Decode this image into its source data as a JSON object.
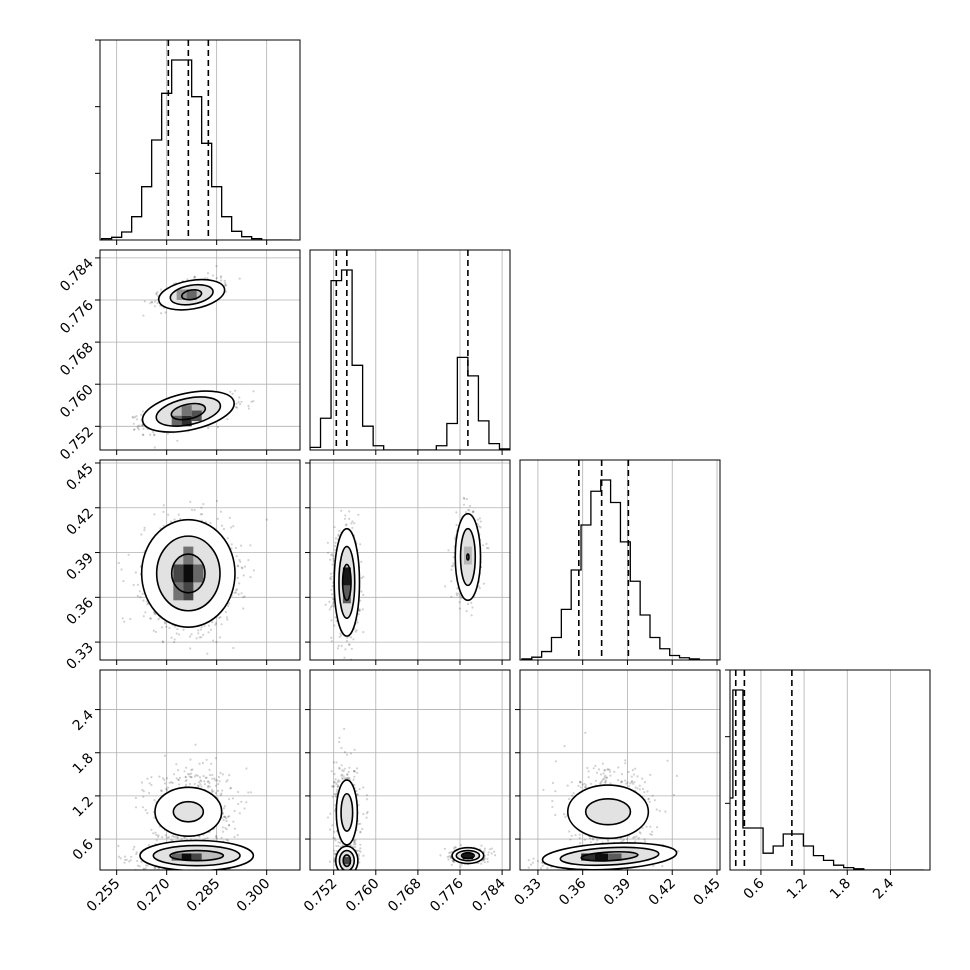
{
  "figure": {
    "type": "corner-plot",
    "background": "#ffffff",
    "line_color": "#000000",
    "grid_color": "#b0b0b0",
    "scatter_color": "#000000",
    "dashed_lines": "quantiles"
  },
  "chart_data": {
    "type": "scatter",
    "grid": true,
    "title": "",
    "parameters": [
      {
        "index": 0,
        "range": [
          0.25,
          0.31
        ],
        "ticks": [
          0.255,
          0.27,
          0.285,
          0.3
        ],
        "tick_labels": [
          "0.255",
          "0.270",
          "0.285",
          "0.300"
        ],
        "quantiles": [
          0.2705,
          0.2765,
          0.2825
        ]
      },
      {
        "index": 1,
        "range": [
          0.7475,
          0.7855
        ],
        "ticks": [
          0.752,
          0.76,
          0.768,
          0.776,
          0.784
        ],
        "tick_labels": [
          "0.752",
          "0.760",
          "0.768",
          "0.776",
          "0.784"
        ],
        "quantiles": [
          0.7525,
          0.7545,
          0.7775
        ]
      },
      {
        "index": 2,
        "range": [
          0.318,
          0.452
        ],
        "ticks": [
          0.33,
          0.36,
          0.39,
          0.42,
          0.45
        ],
        "tick_labels": [
          "0.33",
          "0.36",
          "0.39",
          "0.42",
          "0.45"
        ],
        "quantiles": [
          0.3574,
          0.3727,
          0.3906
        ]
      },
      {
        "index": 3,
        "range": [
          0.17,
          2.95
        ],
        "ticks": [
          0.6,
          1.2,
          1.8,
          2.4
        ],
        "tick_labels": [
          "0.6",
          "1.2",
          "1.8",
          "2.4"
        ],
        "quantiles": [
          0.25,
          0.37,
          1.03
        ]
      }
    ],
    "histograms": [
      {
        "param": 0,
        "x": [
          0.252,
          0.255,
          0.258,
          0.261,
          0.264,
          0.267,
          0.27,
          0.273,
          0.276,
          0.279,
          0.282,
          0.285,
          0.288,
          0.291,
          0.294,
          0.297,
          0.3,
          0.303,
          0.306
        ],
        "counts": [
          2,
          4,
          12,
          35,
          80,
          150,
          220,
          270,
          270,
          215,
          145,
          80,
          35,
          13,
          5,
          2,
          0,
          0,
          0
        ]
      },
      {
        "param": 1,
        "x": [
          0.7485,
          0.7505,
          0.7525,
          0.7545,
          0.7565,
          0.7585,
          0.7605,
          0.7625,
          0.7645,
          0.7665,
          0.7685,
          0.7705,
          0.7725,
          0.7745,
          0.7765,
          0.7785,
          0.7805,
          0.7825,
          0.7845
        ],
        "counts": [
          5,
          60,
          320,
          340,
          160,
          45,
          8,
          0,
          0,
          0,
          0,
          0,
          8,
          50,
          175,
          140,
          55,
          12,
          2
        ]
      },
      {
        "param": 2,
        "x": [
          0.3226,
          0.3292,
          0.3358,
          0.3424,
          0.349,
          0.3556,
          0.3622,
          0.3688,
          0.3754,
          0.382,
          0.3886,
          0.3952,
          0.4018,
          0.4084,
          0.415,
          0.4216,
          0.4282,
          0.4348,
          0.4414,
          0.448
        ],
        "counts": [
          2,
          5,
          15,
          40,
          90,
          160,
          240,
          300,
          320,
          280,
          210,
          140,
          80,
          40,
          20,
          8,
          4,
          2,
          0,
          0
        ]
      },
      {
        "param": 3,
        "x": [
          0.14,
          0.28,
          0.42,
          0.56,
          0.7,
          0.84,
          0.98,
          1.12,
          1.26,
          1.4,
          1.54,
          1.68,
          1.82,
          1.96,
          2.1,
          2.24,
          2.38,
          2.52,
          2.66,
          2.8
        ],
        "counts": [
          60,
          150,
          35,
          35,
          14,
          20,
          30,
          30,
          20,
          12,
          8,
          4,
          2,
          1,
          0,
          0,
          0,
          0,
          0,
          0
        ]
      }
    ],
    "scatter_sets": [
      {
        "row": 1,
        "col": 0,
        "points": 1400,
        "clusters": [
          {
            "w": 0.6,
            "mx": 0.2765,
            "my": 0.7545,
            "sx": 0.0065,
            "sy": 0.0015,
            "rho": 0.55
          },
          {
            "w": 0.4,
            "mx": 0.2775,
            "my": 0.7775,
            "sx": 0.0045,
            "sy": 0.0013,
            "rho": 0.5
          }
        ]
      },
      {
        "row": 2,
        "col": 0,
        "points": 1400,
        "clusters": [
          {
            "w": 1.0,
            "mx": 0.2765,
            "my": 0.375,
            "sx": 0.0065,
            "sy": 0.017,
            "rho": 0.0
          }
        ]
      },
      {
        "row": 2,
        "col": 1,
        "points": 1400,
        "clusters": [
          {
            "w": 0.6,
            "mx": 0.7545,
            "my": 0.37,
            "sx": 0.0012,
            "sy": 0.016,
            "rho": 0.0
          },
          {
            "w": 0.4,
            "mx": 0.7775,
            "my": 0.388,
            "sx": 0.0012,
            "sy": 0.014,
            "rho": 0.0
          }
        ]
      },
      {
        "row": 3,
        "col": 0,
        "points": 1400,
        "clusters": [
          {
            "w": 0.6,
            "mx": 0.2765,
            "my": 0.33,
            "sx": 0.0065,
            "sy": 0.08,
            "rho": 0.0
          },
          {
            "w": 0.4,
            "mx": 0.2775,
            "my": 1.03,
            "sx": 0.006,
            "sy": 0.3,
            "rho": 0.0
          }
        ]
      },
      {
        "row": 3,
        "col": 1,
        "points": 1400,
        "clusters": [
          {
            "w": 0.35,
            "mx": 0.7545,
            "my": 0.3,
            "sx": 0.0011,
            "sy": 0.08,
            "rho": 0.0
          },
          {
            "w": 0.35,
            "mx": 0.7545,
            "my": 1.0,
            "sx": 0.0012,
            "sy": 0.3,
            "rho": 0.0
          },
          {
            "w": 0.3,
            "mx": 0.7775,
            "my": 0.37,
            "sx": 0.0016,
            "sy": 0.05,
            "rho": 0.0
          }
        ]
      },
      {
        "row": 3,
        "col": 2,
        "points": 1400,
        "clusters": [
          {
            "w": 0.6,
            "mx": 0.372,
            "my": 0.33,
            "sx": 0.017,
            "sy": 0.08,
            "rho": 0.4
          },
          {
            "w": 0.4,
            "mx": 0.378,
            "my": 1.0,
            "sx": 0.014,
            "sy": 0.28,
            "rho": 0.0
          }
        ]
      }
    ],
    "contours": [
      {
        "row": 1,
        "col": 0,
        "shapes": [
          {
            "cx": 0.2765,
            "cy": 0.7548,
            "rx": [
              0.014,
              0.0098,
              0.0052
            ],
            "ry": [
              0.0035,
              0.0025,
              0.0014
            ],
            "rot": -12
          },
          {
            "cx": 0.2775,
            "cy": 0.777,
            "rx": [
              0.01,
              0.0065,
              0.003
            ],
            "ry": [
              0.0027,
              0.0018,
              0.0009
            ],
            "rot": -10
          }
        ]
      },
      {
        "row": 2,
        "col": 0,
        "shapes": [
          {
            "cx": 0.2765,
            "cy": 0.376,
            "rx": [
              0.014,
              0.0095,
              0.005
            ],
            "ry": [
              0.036,
              0.025,
              0.013
            ],
            "rot": 0
          }
        ]
      },
      {
        "row": 2,
        "col": 1,
        "shapes": [
          {
            "cx": 0.7545,
            "cy": 0.37,
            "rx": [
              0.0024,
              0.0015,
              0.0008
            ],
            "ry": [
              0.036,
              0.024,
              0.012
            ],
            "rot": 0
          },
          {
            "cx": 0.7775,
            "cy": 0.387,
            "rx": [
              0.0024,
              0.0014,
              0.0002
            ],
            "ry": [
              0.029,
              0.019,
              0.002
            ],
            "rot": 0
          }
        ]
      },
      {
        "row": 3,
        "col": 0,
        "shapes": [
          {
            "cx": 0.2765,
            "cy": 0.98,
            "rx": [
              0.01,
              0.0045
            ],
            "ry": [
              0.34,
              0.14
            ],
            "rot": 0
          },
          {
            "cx": 0.279,
            "cy": 0.37,
            "rx": [
              0.017,
              0.013,
              0.008
            ],
            "ry": [
              0.21,
              0.14,
              0.07
            ],
            "rot": 0
          }
        ]
      },
      {
        "row": 3,
        "col": 1,
        "shapes": [
          {
            "cx": 0.7545,
            "cy": 0.97,
            "rx": [
              0.002,
              0.0011
            ],
            "ry": [
              0.45,
              0.26
            ],
            "rot": 0
          },
          {
            "cx": 0.7545,
            "cy": 0.3,
            "rx": [
              0.0021,
              0.0014,
              0.0007
            ],
            "ry": [
              0.2,
              0.14,
              0.08
            ],
            "rot": 0
          },
          {
            "cx": 0.7775,
            "cy": 0.37,
            "rx": [
              0.003,
              0.0022,
              0.0012
            ],
            "ry": [
              0.11,
              0.07,
              0.04
            ],
            "rot": 0
          }
        ]
      },
      {
        "row": 3,
        "col": 2,
        "shapes": [
          {
            "cx": 0.377,
            "cy": 0.98,
            "rx": [
              0.027,
              0.015
            ],
            "ry": [
              0.37,
              0.18
            ],
            "rot": 0
          },
          {
            "cx": 0.378,
            "cy": 0.36,
            "rx": [
              0.045,
              0.033,
              0.019
            ],
            "ry": [
              0.18,
              0.12,
              0.06
            ],
            "rot": -3
          }
        ]
      }
    ],
    "density_blocks": [
      {
        "row": 1,
        "col": 0,
        "cells": [
          [
            0.273,
            0.753,
            0.003,
            0.002,
            0.55
          ],
          [
            0.276,
            0.753,
            0.003,
            0.002,
            0.8
          ],
          [
            0.279,
            0.754,
            0.003,
            0.002,
            0.65
          ],
          [
            0.276,
            0.755,
            0.003,
            0.002,
            0.5
          ],
          [
            0.2745,
            0.777,
            0.003,
            0.002,
            0.35
          ],
          [
            0.2775,
            0.777,
            0.003,
            0.002,
            0.55
          ]
        ]
      },
      {
        "row": 2,
        "col": 0,
        "cells": [
          [
            0.2735,
            0.364,
            0.003,
            0.012,
            0.5
          ],
          [
            0.2765,
            0.364,
            0.003,
            0.012,
            0.7
          ],
          [
            0.2735,
            0.376,
            0.003,
            0.012,
            0.7
          ],
          [
            0.2765,
            0.376,
            0.003,
            0.012,
            0.95
          ],
          [
            0.2795,
            0.376,
            0.003,
            0.012,
            0.55
          ],
          [
            0.2765,
            0.388,
            0.003,
            0.012,
            0.5
          ]
        ]
      },
      {
        "row": 2,
        "col": 1,
        "cells": [
          [
            0.7545,
            0.362,
            0.0015,
            0.012,
            0.6
          ],
          [
            0.7545,
            0.374,
            0.0015,
            0.012,
            0.9
          ],
          [
            0.7775,
            0.388,
            0.0015,
            0.012,
            0.2
          ]
        ]
      },
      {
        "row": 3,
        "col": 0,
        "cells": [
          [
            0.273,
            0.35,
            0.003,
            0.1,
            0.55
          ],
          [
            0.276,
            0.35,
            0.003,
            0.1,
            0.95
          ],
          [
            0.279,
            0.35,
            0.003,
            0.1,
            0.7
          ]
        ]
      },
      {
        "row": 3,
        "col": 1,
        "cells": [
          [
            0.7545,
            0.3,
            0.0015,
            0.1,
            0.7
          ],
          [
            0.7775,
            0.36,
            0.002,
            0.08,
            0.9
          ]
        ]
      },
      {
        "row": 3,
        "col": 2,
        "cells": [
          [
            0.3635,
            0.35,
            0.009,
            0.1,
            0.8
          ],
          [
            0.3725,
            0.35,
            0.009,
            0.1,
            0.95
          ],
          [
            0.3815,
            0.35,
            0.009,
            0.1,
            0.6
          ]
        ]
      }
    ]
  }
}
